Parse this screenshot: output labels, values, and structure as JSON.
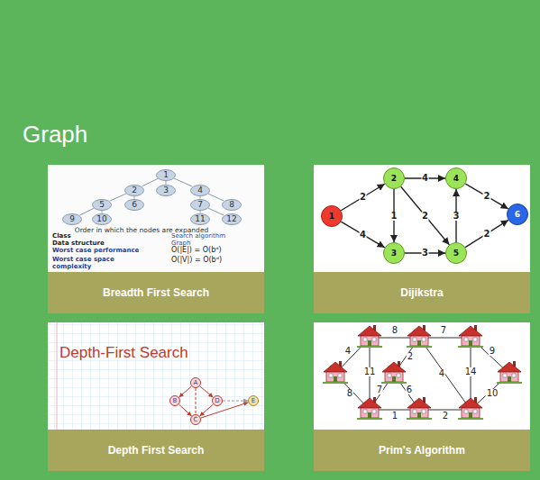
{
  "diagram": {
    "title": "Graph",
    "nodes": [
      {
        "text": [
          "Breadth First Search"
        ]
      },
      {
        "text": [
          "1"
        ],
        "in": 0
      },
      {
        "text": [
          "2"
        ],
        "in": 0
      },
      {
        "text": [
          "3"
        ],
        "in": 0
      },
      {
        "text": [
          "4"
        ],
        "in": 0
      },
      {
        "text": [
          "5"
        ],
        "in": 0
      },
      {
        "text": [
          "6"
        ],
        "in": 0
      },
      {
        "text": [
          "7"
        ],
        "in": 0
      },
      {
        "text": [
          "8"
        ],
        "in": 0
      },
      {
        "text": [
          "9"
        ],
        "in": 0
      },
      {
        "text": [
          "10"
        ],
        "in": 0
      },
      {
        "text": [
          "11"
        ],
        "in": 0
      },
      {
        "text": [
          "12"
        ],
        "in": 0
      },
      {
        "text": [
          "Dijikstra"
        ]
      },
      {
        "text": [
          "1"
        ],
        "in": 13
      },
      {
        "text": [
          "2"
        ],
        "in": 13
      },
      {
        "text": [
          "3"
        ],
        "in": 13
      },
      {
        "text": [
          "4"
        ],
        "in": 13
      },
      {
        "text": [
          "5"
        ],
        "in": 13
      },
      {
        "text": [
          "6"
        ],
        "in": 13
      },
      {
        "text": [
          "Depth First Search"
        ]
      },
      {
        "text": [
          "A"
        ],
        "in": 20
      },
      {
        "text": [
          "B"
        ],
        "in": 20
      },
      {
        "text": [
          "C"
        ],
        "in": 20
      },
      {
        "text": [
          "D"
        ],
        "in": 20
      },
      {
        "text": [
          "E"
        ],
        "in": 20
      },
      {
        "text": [
          "Prim's Algorithm"
        ]
      }
    ],
    "edges": [
      {
        "from": 1,
        "to": 2,
        "arrow": "none"
      },
      {
        "from": 1,
        "to": 3,
        "arrow": "none"
      },
      {
        "from": 1,
        "to": 4,
        "arrow": "none"
      },
      {
        "from": 2,
        "to": 5,
        "arrow": "none"
      },
      {
        "from": 2,
        "to": 6,
        "arrow": "none"
      },
      {
        "from": 4,
        "to": 7,
        "arrow": "none"
      },
      {
        "from": 4,
        "to": 8,
        "arrow": "none"
      },
      {
        "from": 5,
        "to": 9,
        "arrow": "none"
      },
      {
        "from": 5,
        "to": 10,
        "arrow": "none"
      },
      {
        "from": 7,
        "to": 11,
        "arrow": "none"
      },
      {
        "from": 7,
        "to": 12,
        "arrow": "none"
      },
      {
        "from": 14,
        "to": 15,
        "label": "2",
        "arrow": "to"
      },
      {
        "from": 14,
        "to": 16,
        "label": "4",
        "arrow": "to"
      },
      {
        "from": 15,
        "to": 17,
        "label": "4",
        "arrow": "to"
      },
      {
        "from": 15,
        "to": 16,
        "label": "1",
        "arrow": "to"
      },
      {
        "from": 15,
        "to": 18,
        "label": "2",
        "arrow": "to"
      },
      {
        "from": 16,
        "to": 18,
        "label": "3",
        "arrow": "to"
      },
      {
        "from": 18,
        "to": 17,
        "label": "3",
        "arrow": "to"
      },
      {
        "from": 17,
        "to": 19,
        "label": "2",
        "arrow": "to"
      },
      {
        "from": 18,
        "to": 19,
        "label": "2",
        "arrow": "to"
      },
      {
        "from": 21,
        "to": 22,
        "arrow": "to"
      },
      {
        "from": 21,
        "to": 24,
        "arrow": "to"
      },
      {
        "from": 21,
        "to": 23,
        "arrow": "none"
      },
      {
        "from": 22,
        "to": 23,
        "arrow": "to"
      },
      {
        "from": 24,
        "to": 23,
        "arrow": "to"
      },
      {
        "from": 23,
        "to": 25,
        "arrow": "to"
      },
      {
        "from": 24,
        "to": 25,
        "arrow": "to"
      }
    ],
    "labels": [
      "Order in which the nodes are expanded",
      "Class",
      "Search algorithm",
      "Data structure",
      "Graph",
      "Worst case performance",
      "O(|E|) = O(bᵈ)",
      "Worst case space complexity",
      "O(|V|) = O(bᵈ)",
      "Depth-First Search",
      "4",
      "8",
      "7",
      "9",
      "2",
      "11",
      "4",
      "14",
      "8",
      "7",
      "6",
      "10",
      "1",
      "2"
    ]
  }
}
